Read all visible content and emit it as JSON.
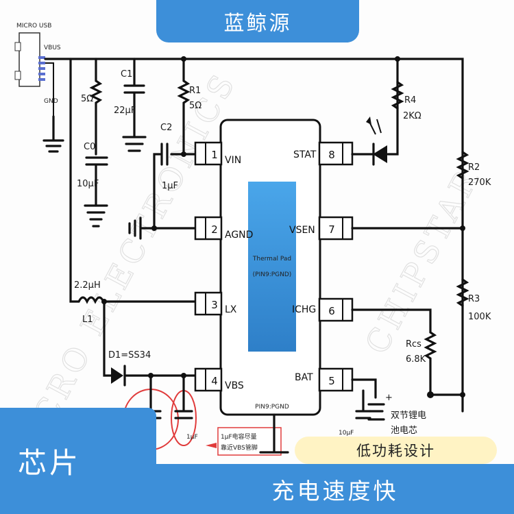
{
  "brand": {
    "title": "蓝鲸源"
  },
  "tags": {
    "left": "芯片",
    "feature_1": "低功耗设计",
    "feature_2": "充电速度快"
  },
  "watermark": {
    "text_1": "MICRO ELECTRONICS",
    "text_2": "CHIPSTAR"
  },
  "connector": {
    "label": "MICRO USB",
    "vbus": "VBUS",
    "gnd": "GND"
  },
  "chip": {
    "pad_label_1": "Thermal Pad",
    "pad_label_2": "(PIN9:PGND)",
    "bottom_label": "PIN9:PGND",
    "pins_left": [
      {
        "num": "1",
        "name": "VIN"
      },
      {
        "num": "2",
        "name": "AGND"
      },
      {
        "num": "3",
        "name": "LX"
      },
      {
        "num": "4",
        "name": "VBS"
      }
    ],
    "pins_right": [
      {
        "num": "8",
        "name": "STAT"
      },
      {
        "num": "7",
        "name": "VSEN"
      },
      {
        "num": "6",
        "name": "ICHG"
      },
      {
        "num": "5",
        "name": "BAT"
      }
    ]
  },
  "components": {
    "r0_value": "5Ω",
    "c1_name": "C1",
    "c1_value": "22µF",
    "r1_name": "R1",
    "r1_value": "5Ω",
    "c0_name": "C0",
    "c0_value": "10µF",
    "c2_name": "C2",
    "c2_value": "1µF",
    "l1_value": "2.2µH",
    "l1_name": "L1",
    "d1_label": "D1=SS34",
    "r4_name": "R4",
    "r4_value": "2KΩ",
    "r2_name": "R2",
    "r2_value": "270K",
    "r3_name": "R3",
    "r3_value": "100K",
    "rcs_name": "Rcs",
    "rcs_value": "6.8K",
    "c_bat_value": "10µF",
    "c_vbs_value": "1µF",
    "battery_label": "双节锂电",
    "battery_label_2": "池电芯",
    "battery_plus": "+",
    "note_1": "1µF电容尽量",
    "note_2": "靠近VBS管脚"
  },
  "colors": {
    "accent": "#3d8fd9",
    "pad_blue": "#2f8fd8",
    "pill_bg": "#fff3c4",
    "highlight_red": "#e03b3b"
  }
}
